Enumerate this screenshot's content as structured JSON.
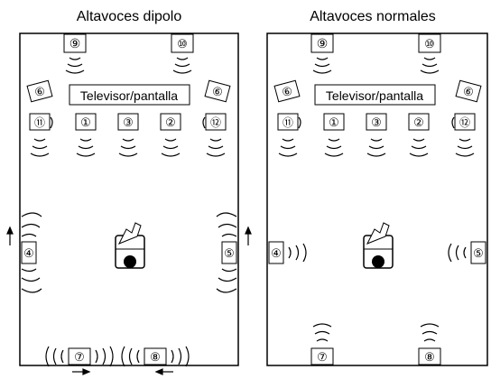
{
  "diagrams": [
    {
      "title": "Altavoces dipolo",
      "tv_label": "Televisor/pantalla",
      "speakers": [
        {
          "label": "⑨"
        },
        {
          "label": "⑩"
        },
        {
          "label": "⑥"
        },
        {
          "label": "⑥"
        },
        {
          "label": "⑪"
        },
        {
          "label": "①"
        },
        {
          "label": "③"
        },
        {
          "label": "②"
        },
        {
          "label": "⑫"
        },
        {
          "label": "④"
        },
        {
          "label": "⑤"
        },
        {
          "label": "⑦"
        },
        {
          "label": "⑧"
        }
      ]
    },
    {
      "title": "Altavoces normales",
      "tv_label": "Televisor/pantalla",
      "speakers": [
        {
          "label": "⑨"
        },
        {
          "label": "⑩"
        },
        {
          "label": "⑥"
        },
        {
          "label": "⑥"
        },
        {
          "label": "⑪"
        },
        {
          "label": "①"
        },
        {
          "label": "③"
        },
        {
          "label": "②"
        },
        {
          "label": "⑫"
        },
        {
          "label": "④"
        },
        {
          "label": "⑤"
        },
        {
          "label": "⑦"
        },
        {
          "label": "⑧"
        }
      ]
    }
  ]
}
